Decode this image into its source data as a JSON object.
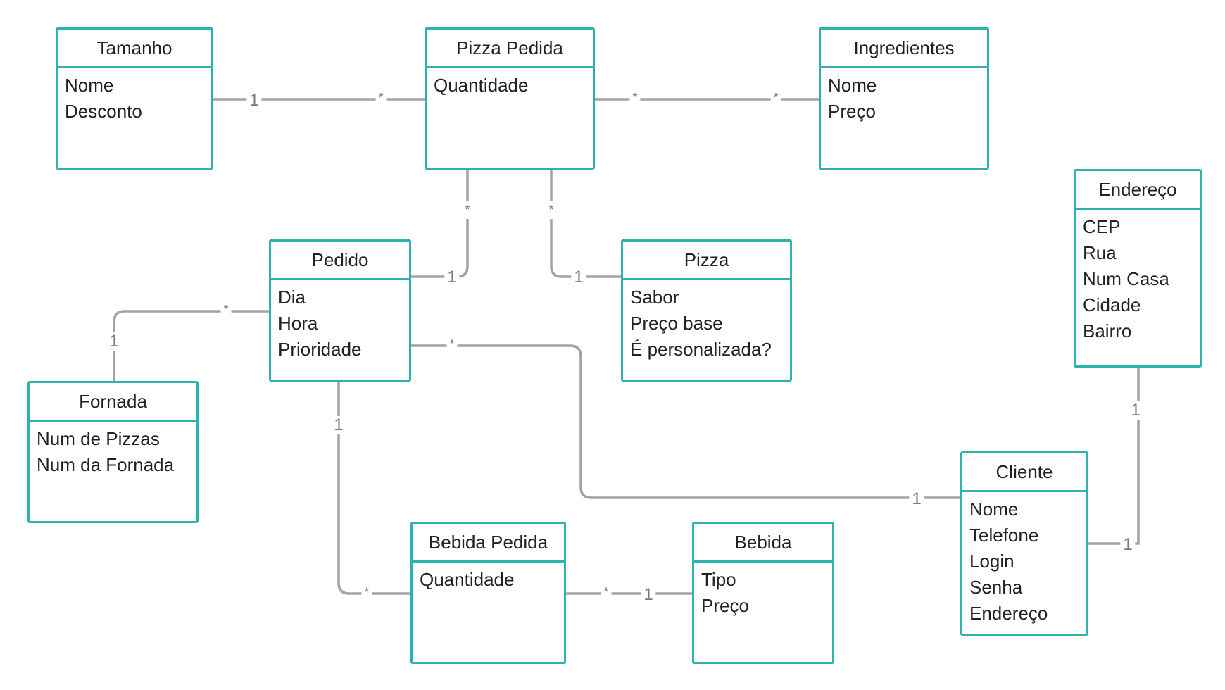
{
  "colors": {
    "box_border": "#2eb2b0",
    "line": "#a3a3a3",
    "label": "#7a7a7a",
    "text": "#222222"
  },
  "entities": {
    "tamanho": {
      "title": "Tamanho",
      "attrs": [
        "Nome",
        "Desconto"
      ]
    },
    "pizza_pedida": {
      "title": "Pizza Pedida",
      "attrs": [
        "Quantidade"
      ]
    },
    "ingredientes": {
      "title": "Ingredientes",
      "attrs": [
        "Nome",
        "Preço"
      ]
    },
    "endereco": {
      "title": "Endereço",
      "attrs": [
        "CEP",
        "Rua",
        "Num Casa",
        "Cidade",
        "Bairro"
      ]
    },
    "pedido": {
      "title": "Pedido",
      "attrs": [
        "Dia",
        "Hora",
        "Prioridade"
      ]
    },
    "pizza": {
      "title": "Pizza",
      "attrs": [
        "Sabor",
        "Preço base",
        "É personalizada?"
      ]
    },
    "fornada": {
      "title": "Fornada",
      "attrs": [
        "Num de Pizzas",
        "Num da Fornada"
      ]
    },
    "cliente": {
      "title": "Cliente",
      "attrs": [
        "Nome",
        "Telefone",
        "Login",
        "Senha",
        "Endereço"
      ]
    },
    "bebida_pedida": {
      "title": "Bebida Pedida",
      "attrs": [
        "Quantidade"
      ]
    },
    "bebida": {
      "title": "Bebida",
      "attrs": [
        "Tipo",
        "Preço"
      ]
    }
  },
  "relationships": [
    {
      "from": "Tamanho",
      "to": "Pizza Pedida",
      "from_mult": "1",
      "to_mult": "*"
    },
    {
      "from": "Pizza Pedida",
      "to": "Ingredientes",
      "from_mult": "*",
      "to_mult": "*"
    },
    {
      "from": "Pizza Pedida",
      "to": "Pedido",
      "from_mult": "*",
      "to_mult": "1"
    },
    {
      "from": "Pizza Pedida",
      "to": "Pizza",
      "from_mult": "*",
      "to_mult": "1"
    },
    {
      "from": "Pedido",
      "to": "Fornada",
      "from_mult": "*",
      "to_mult": "1"
    },
    {
      "from": "Pedido",
      "to": "Cliente",
      "from_mult": "*",
      "to_mult": "1"
    },
    {
      "from": "Pedido",
      "to": "Bebida Pedida",
      "from_mult": "1",
      "to_mult": "*"
    },
    {
      "from": "Bebida Pedida",
      "to": "Bebida",
      "from_mult": "*",
      "to_mult": "1"
    },
    {
      "from": "Cliente",
      "to": "Endereço",
      "from_mult": "1",
      "to_mult": "1"
    }
  ]
}
